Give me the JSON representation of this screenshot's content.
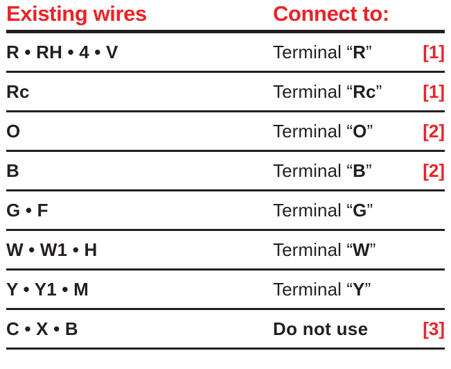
{
  "colors": {
    "accent_red": "#ec2227",
    "ink": "#231f20",
    "background": "#ffffff"
  },
  "table": {
    "headers": {
      "left": "Existing wires",
      "right": "Connect to:"
    },
    "rows": [
      {
        "existing_wires": "R • RH • 4 • V",
        "connect_prefix": "Terminal “",
        "connect_terminal": "R",
        "connect_suffix": "”",
        "note": "[1]",
        "bold_all": false
      },
      {
        "existing_wires": "Rc",
        "connect_prefix": "Terminal “",
        "connect_terminal": "Rc",
        "connect_suffix": "”",
        "note": "[1]",
        "bold_all": false
      },
      {
        "existing_wires": "O",
        "connect_prefix": "Terminal “",
        "connect_terminal": "O",
        "connect_suffix": "”",
        "note": "[2]",
        "bold_all": false
      },
      {
        "existing_wires": "B",
        "connect_prefix": "Terminal “",
        "connect_terminal": "B",
        "connect_suffix": "”",
        "note": "[2]",
        "bold_all": false
      },
      {
        "existing_wires": "G • F",
        "connect_prefix": "Terminal “",
        "connect_terminal": "G",
        "connect_suffix": "”",
        "note": "",
        "bold_all": false
      },
      {
        "existing_wires": "W • W1 • H",
        "connect_prefix": "Terminal “",
        "connect_terminal": "W",
        "connect_suffix": "”",
        "note": "",
        "bold_all": false
      },
      {
        "existing_wires": "Y • Y1 • M",
        "connect_prefix": "Terminal “",
        "connect_terminal": "Y",
        "connect_suffix": "”",
        "note": "",
        "bold_all": false
      },
      {
        "existing_wires": "C • X • B",
        "connect_prefix": "Do not use",
        "connect_terminal": "",
        "connect_suffix": "",
        "note": "[3]",
        "bold_all": true
      }
    ]
  }
}
